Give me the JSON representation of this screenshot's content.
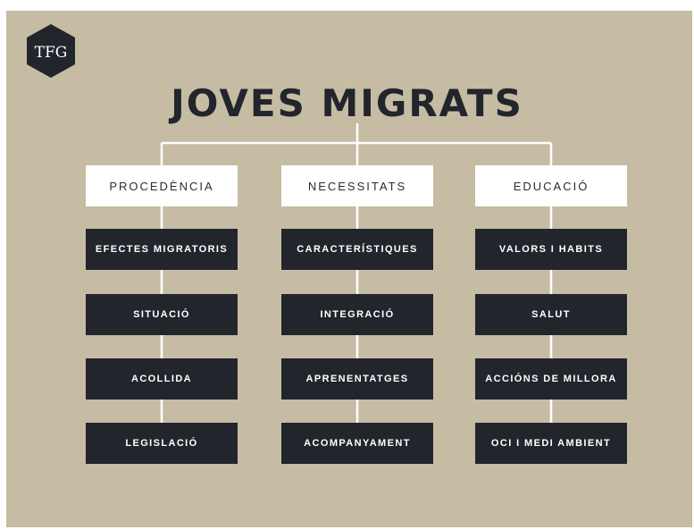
{
  "logo": {
    "text": "TFG",
    "color": "#23252c"
  },
  "title": "JOVES MIGRATS",
  "colors": {
    "background": "#c6bca4",
    "dark_box": "#23252c",
    "light_box": "#ffffff",
    "connector": "#ffffff"
  },
  "columns": [
    {
      "header": "PROCEDÈNCIA",
      "items": [
        "EFECTES MIGRATORIS",
        "SITUACIÓ",
        "ACOLLIDA",
        "LEGISLACIÓ"
      ]
    },
    {
      "header": "NECESSITATS",
      "items": [
        "CARACTERÍSTIQUES",
        "INTEGRACIÓ",
        "APRENENTATGES",
        "ACOMPANYAMENT"
      ]
    },
    {
      "header": "EDUCACIÓ",
      "items": [
        "VALORS I HABITS",
        "SALUT",
        "ACCIÓNS DE MILLORA",
        "OCI I MEDI AMBIENT"
      ]
    }
  ]
}
